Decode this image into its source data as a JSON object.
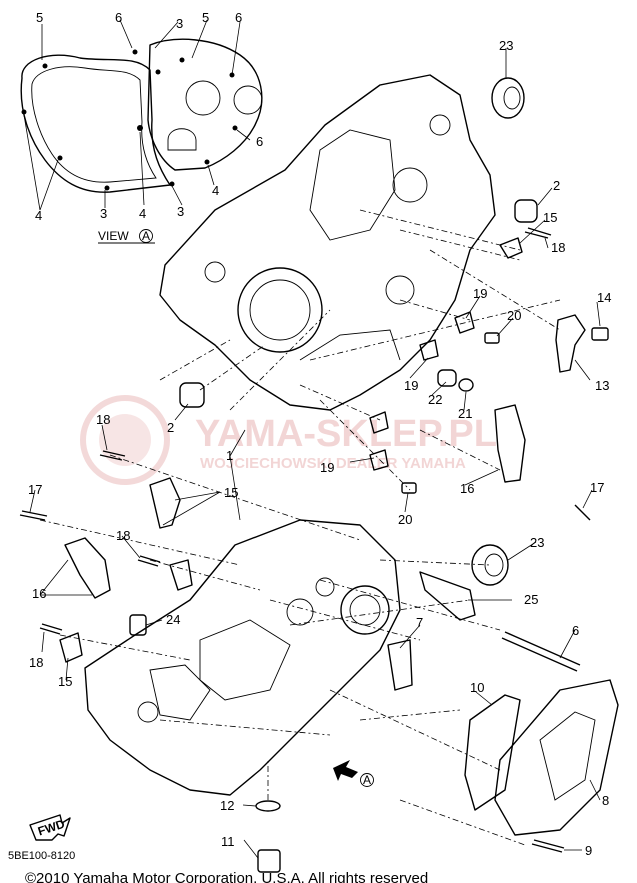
{
  "diagram_code": "5BE100-8120",
  "copyright": "©2010 Yamaha Motor Corporation, U.S.A. All rights reserved",
  "view_label": "VIEW",
  "view_marker": "A",
  "arrow_marker": "A",
  "fwd_label": "FWD",
  "watermark": {
    "main": "YAMA-SKLEP.PL",
    "sub": "WOJCIECHOWSKI DEALER YAMAHA"
  },
  "callouts": [
    "1",
    "2",
    "3",
    "4",
    "5",
    "6",
    "7",
    "8",
    "9",
    "10",
    "11",
    "12",
    "13",
    "14",
    "15",
    "16",
    "17",
    "18",
    "19",
    "20",
    "21",
    "22",
    "23",
    "24",
    "25"
  ],
  "colors": {
    "line": "#000000",
    "watermark": "#e8b4b4"
  }
}
